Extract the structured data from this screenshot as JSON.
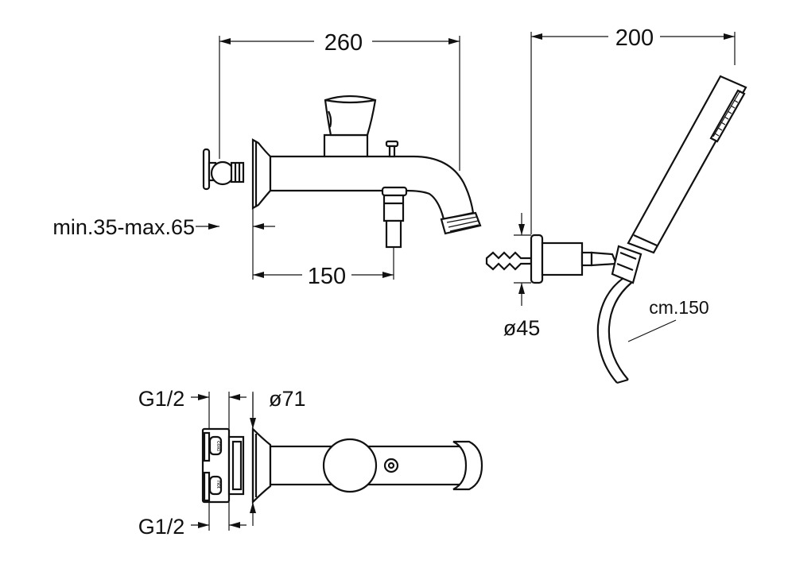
{
  "dimensions": {
    "overall_length": "260",
    "wall_adjust": "min.35-max.65",
    "spout_offset": "150",
    "handshower_length": "200",
    "wall_flange_diameter": "ø45",
    "hose_length": "cm.150",
    "connection_top": "G1/2",
    "connection_bottom": "G1/2",
    "escutcheon_diameter": "ø71"
  },
  "inlet_markings": {
    "top": "cold",
    "bottom": "hot"
  }
}
